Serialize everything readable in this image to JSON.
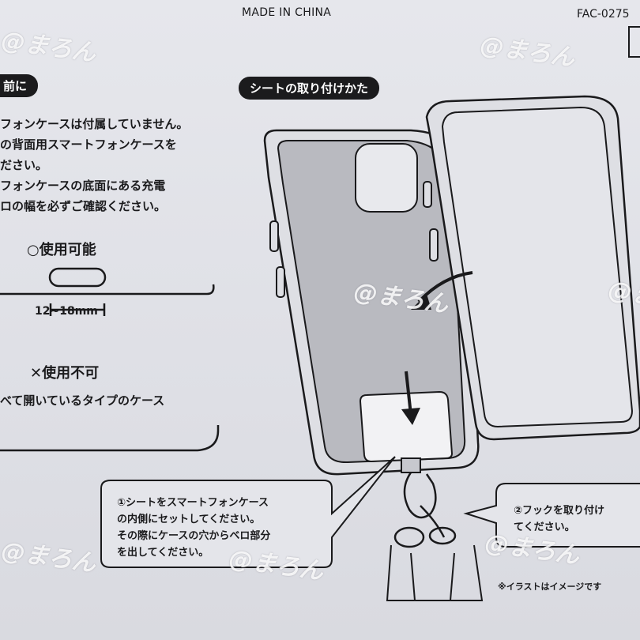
{
  "header": {
    "made_in": "MADE IN CHINA",
    "code": "FAC-0275"
  },
  "left_section": {
    "title": "前に",
    "lines": [
      "フォンケースは付属していません。",
      "の背面用スマートフォンケースを",
      "ださい。",
      "フォンケースの底面にある充電",
      "ロの幅を必ずご確認ください。"
    ],
    "ok_label": "○使用可能",
    "dimension": "12~18mm",
    "ng_label": "✕使用不可",
    "ng_description": "べて開いているタイプのケース"
  },
  "right_section": {
    "title": "シートの取り付けかた"
  },
  "step1": {
    "lines": [
      "①シートをスマートフォンケース",
      "の内側にセットしてください。",
      "その際にケースの穴からベロ部分",
      "を出してください。"
    ]
  },
  "step2": {
    "lines": [
      "②フックを取り付け",
      "てください。"
    ]
  },
  "note": "※イラストはイメージです",
  "watermark": "@まろん",
  "colors": {
    "paper": "#e3e4e9",
    "ink": "#1a1a1c",
    "case_fill": "#b9bac0",
    "pill": "#1b1b1d"
  }
}
